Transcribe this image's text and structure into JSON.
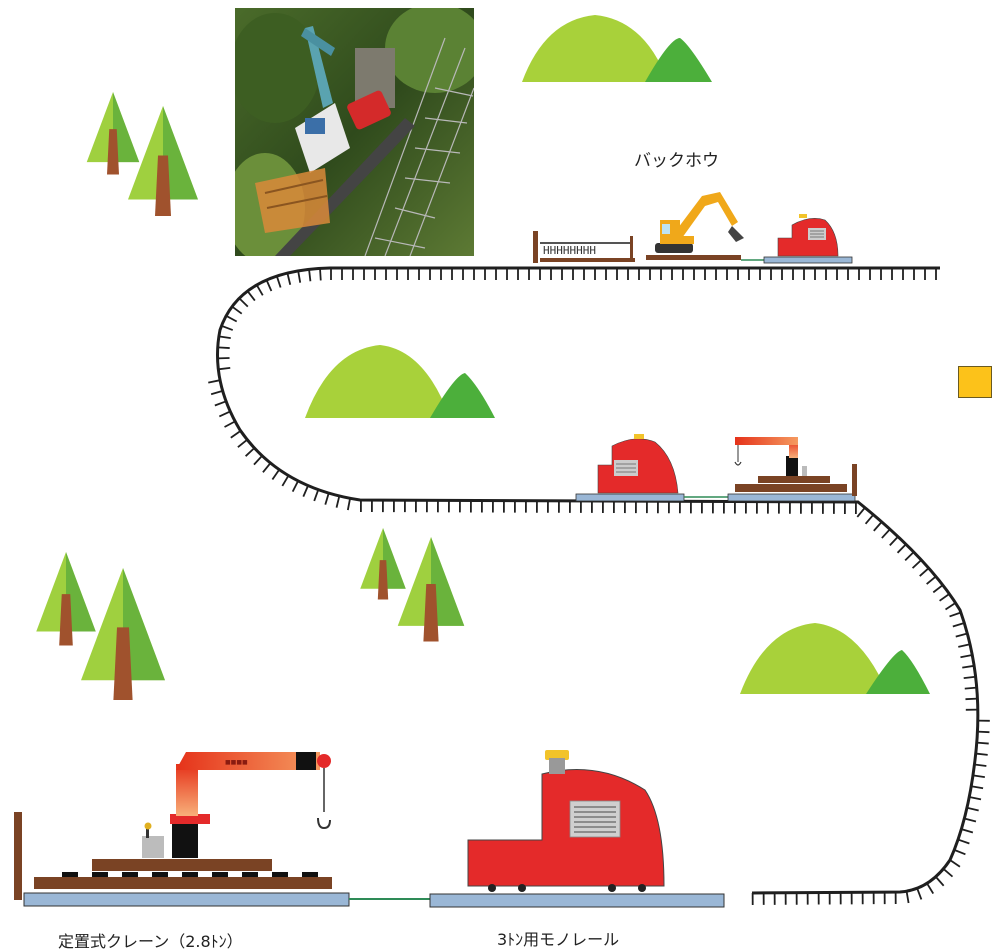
{
  "labels": {
    "backhoe": "バックホウ",
    "stationary_crane": "定置式クレーン（2.8ﾄﾝ）",
    "monorail_3t": "3ﾄﾝ用モノレール"
  },
  "photo": {
    "subject": "backhoe-on-monorail-photo"
  },
  "colors": {
    "rail_track": "#1f1f1f",
    "machine_red": "#e42a2a",
    "crane_gradient_top": "#e83a1a",
    "crane_gradient_bottom": "#f7a86a",
    "wood_deck": "#7a4324",
    "rail_base": "#9ab7d6",
    "backhoe_yellow": "#f0a81a",
    "mountain_light": "#a8d13a",
    "mountain_dark": "#4caf3b",
    "tree_light": "#9fd03f",
    "tree_dark": "#3e9b3a",
    "tree_trunk": "#a0522d",
    "marker": "#fcc21a"
  }
}
